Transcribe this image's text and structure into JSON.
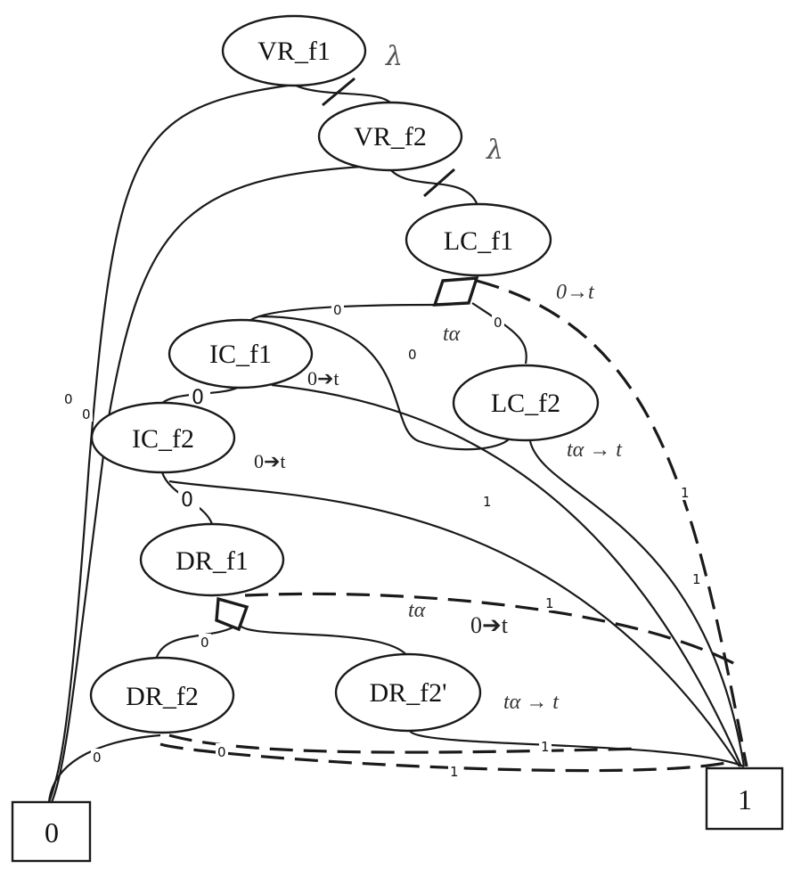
{
  "nodes": {
    "vr_f1": "VR_f1",
    "vr_f2": "VR_f2",
    "lc_f1": "LC_f1",
    "ic_f1": "IC_f1",
    "lc_f2": "LC_f2",
    "ic_f2": "IC_f2",
    "dr_f1": "DR_f1",
    "dr_f2": "DR_f2",
    "dr_f2p": "DR_f2'"
  },
  "terminals": {
    "zero": "0",
    "one": "1"
  },
  "edge_labels": {
    "zero": "0",
    "one": "1"
  },
  "annotations": {
    "lambda": "λ",
    "t_alpha": "tα",
    "zero_to_t": "0→t",
    "zero_arrow_t": "0➔t",
    "t_alpha_to_t": "tα → t"
  }
}
